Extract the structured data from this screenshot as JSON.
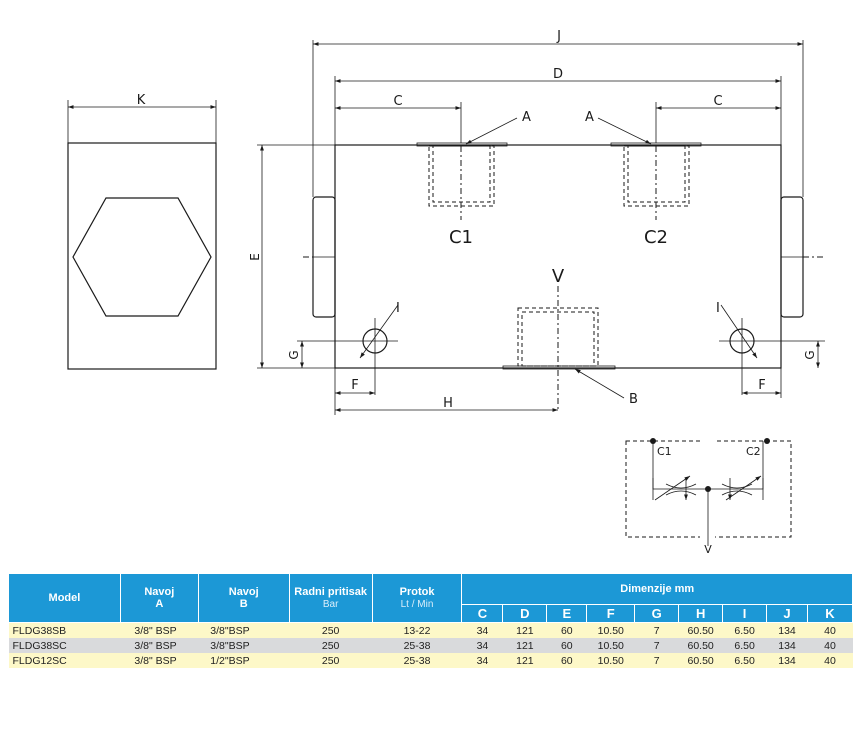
{
  "drawing": {
    "side_view": {
      "dim_label": "K"
    },
    "front_view": {
      "dims": [
        "J",
        "D",
        "C",
        "C",
        "E",
        "G",
        "G",
        "F",
        "F",
        "H"
      ],
      "callouts": [
        "A",
        "A",
        "B",
        "I",
        "I"
      ],
      "port_labels": [
        "C1",
        "C2",
        "V"
      ]
    },
    "schematic": {
      "labels": [
        "C1",
        "C2",
        "V"
      ]
    }
  },
  "table": {
    "headers": {
      "model": "Model",
      "navoj_a": "Navoj",
      "navoj_a_sub": "A",
      "navoj_b": "Navoj",
      "navoj_b_sub": "B",
      "pressure": "Radni pritisak",
      "pressure_unit": "Bar",
      "flow": "Protok",
      "flow_unit": "Lt / Min",
      "dimensions": "Dimenzije mm",
      "dim_cols": [
        "C",
        "D",
        "E",
        "F",
        "G",
        "H",
        "I",
        "J",
        "K"
      ]
    },
    "rows": [
      {
        "model": "FLDG38SB",
        "a": "3/8\"  BSP",
        "b": "3/8\"BSP",
        "pressure": "250",
        "flow": "13-22",
        "dims": [
          "34",
          "121",
          "60",
          "10.50",
          "7",
          "60.50",
          "6.50",
          "134",
          "40"
        ]
      },
      {
        "model": "FLDG38SC",
        "a": "3/8\"  BSP",
        "b": "3/8\"BSP",
        "pressure": "250",
        "flow": "25-38",
        "dims": [
          "34",
          "121",
          "60",
          "10.50",
          "7",
          "60.50",
          "6.50",
          "134",
          "40"
        ]
      },
      {
        "model": "FLDG12SC",
        "a": "3/8\"  BSP",
        "b": "1/2\"BSP",
        "pressure": "250",
        "flow": "25-38",
        "dims": [
          "34",
          "121",
          "60",
          "10.50",
          "7",
          "60.50",
          "6.50",
          "134",
          "40"
        ]
      }
    ]
  }
}
